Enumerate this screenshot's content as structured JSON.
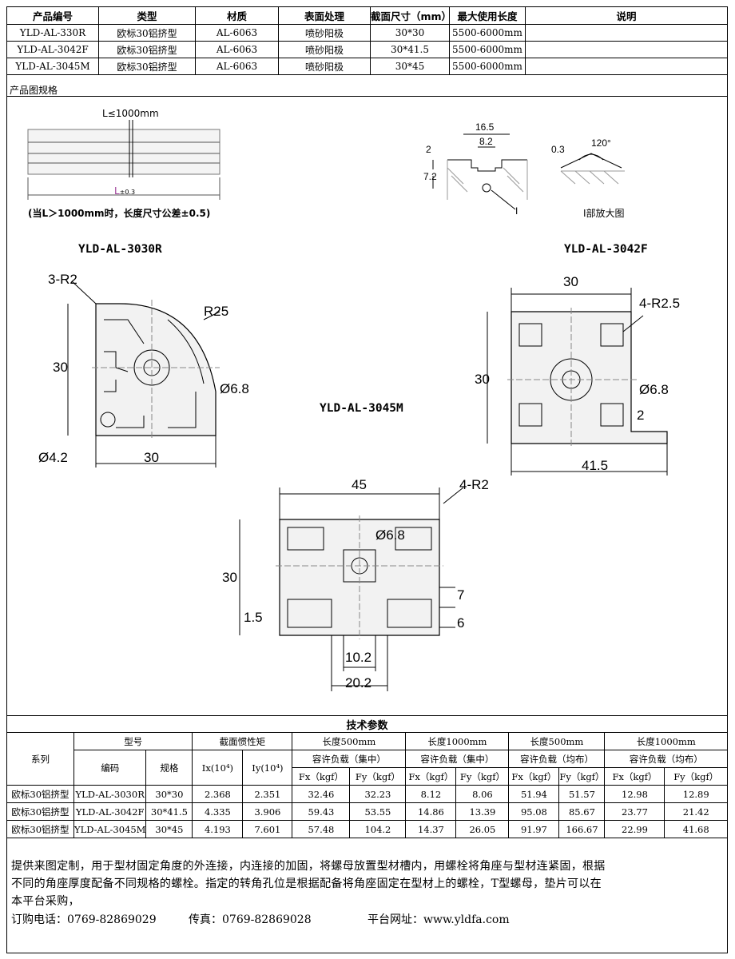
{
  "header": {
    "columns": [
      "产品编号",
      "类型",
      "材质",
      "表面处理",
      "截面尺寸（mm）",
      "最大使用长度",
      "说明"
    ],
    "rows": [
      [
        "YLD-AL-330R",
        "欧标30铝挤型",
        "AL-6063",
        "喷砂阳极",
        "30*30",
        "5500-6000mm",
        ""
      ],
      [
        "YLD-AL-3042F",
        "欧标30铝挤型",
        "AL-6063",
        "喷砂阳极",
        "30*41.5",
        "5500-6000mm",
        ""
      ],
      [
        "YLD-AL-3045M",
        "欧标30铝挤型",
        "AL-6063",
        "喷砂阳极",
        "30*45",
        "5500-6000mm",
        ""
      ]
    ]
  },
  "drawing": {
    "section_label": "产品图规格",
    "length_label": "L≤1000mm",
    "tolerance_label": "L",
    "tolerance_suffix": "±0.3",
    "length_note": "(当L＞1000mm时，长度尺寸公差±0.5)",
    "detail": {
      "d1": "16.5",
      "d2": "8.2",
      "d3": "2",
      "d4": "7.2",
      "angle": "120°",
      "d5": "0.3",
      "caption": "I部放大图",
      "marker": "I"
    },
    "profile_3030": {
      "model": "YLD-AL-3030R",
      "r1": "3-R2",
      "r2": "R25",
      "h": "30",
      "w": "30",
      "hole": "Ø6.8",
      "small_hole": "Ø4.2"
    },
    "profile_3042": {
      "model": "YLD-AL-3042F",
      "w": "30",
      "r": "4-R2.5",
      "h": "30",
      "hole": "Ø6.8",
      "lip": "2",
      "total_w": "41.5"
    },
    "profile_3045": {
      "model": "YLD-AL-3045M",
      "w": "45",
      "r": "4-R2",
      "hole": "Ø6.8",
      "h": "30",
      "d7": "7",
      "d6": "6",
      "d15": "1.5",
      "slot_inner": "10.2",
      "slot_outer": "20.2"
    }
  },
  "tech": {
    "caption": "技术参数",
    "series_label": "系列",
    "model_label": "型号",
    "code_label": "编码",
    "spec_label": "规格",
    "inertia_label": "截面惯性矩",
    "ix_label": "Ix(10⁴)",
    "iy_label": "Iy(10⁴)",
    "groups": [
      {
        "len": "长度500mm",
        "load": "容许负载（集中）"
      },
      {
        "len": "长度1000mm",
        "load": "容许负载（集中）"
      },
      {
        "len": "长度500mm",
        "load": "容许负载（均布）"
      },
      {
        "len": "长度1000mm",
        "load": "容许负载（均布）"
      }
    ],
    "fx": "Fx（kgf）",
    "fy": "Fy（kgf）",
    "rows": [
      [
        "欧标30铝挤型",
        "YLD-AL-3030R",
        "30*30",
        "2.368",
        "2.351",
        "32.46",
        "32.23",
        "8.12",
        "8.06",
        "51.94",
        "51.57",
        "12.98",
        "12.89"
      ],
      [
        "欧标30铝挤型",
        "YLD-AL-3042F",
        "30*41.5",
        "4.335",
        "3.906",
        "59.43",
        "53.55",
        "14.86",
        "13.39",
        "95.08",
        "85.67",
        "23.77",
        "21.42"
      ],
      [
        "欧标30铝挤型",
        "YLD-AL-3045M",
        "30*45",
        "4.193",
        "7.601",
        "57.48",
        "104.2",
        "14.37",
        "26.05",
        "91.97",
        "166.67",
        "22.99",
        "41.68"
      ]
    ]
  },
  "notes": {
    "line1": "提供来图定制，用于型材固定角度的外连接，内连接的加固，将螺母放置型材槽内，用螺栓将角座与型材连紧固，根据",
    "line2": "不同的角座厚度配备不同规格的螺栓。指定的转角孔位是根据配备将角座固定在型材上的螺栓，T型螺母，垫片可以在",
    "line3": "本平台采购，",
    "phone": "订购电话：0769-82869029",
    "fax": "传真：0769-82869028",
    "site": "平台网址：www.yldfa.com"
  }
}
